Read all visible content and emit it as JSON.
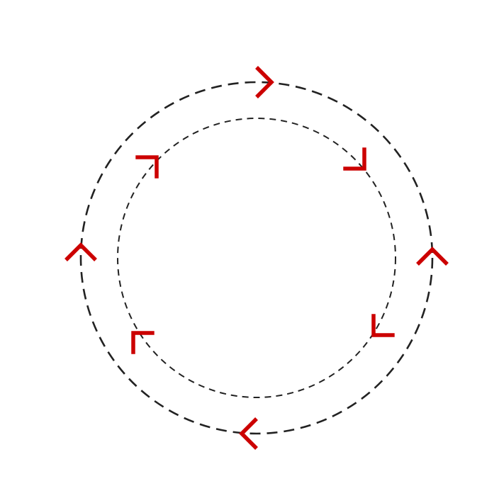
{
  "diagram": {
    "kind": "concentric-cycle",
    "colors": {
      "ring": "#222222",
      "arrow": "#cc0000",
      "background": "#ffffff"
    },
    "outer_ring": {
      "line_style": "dashed",
      "direction": "clockwise",
      "arrows": [
        {
          "icon": "chevron-right-icon",
          "heading": "right"
        },
        {
          "icon": "chevron-up-icon",
          "heading": "up"
        },
        {
          "icon": "chevron-left-icon",
          "heading": "left"
        },
        {
          "icon": "chevron-up-icon",
          "heading": "up"
        }
      ]
    },
    "inner_ring": {
      "line_style": "dashed",
      "direction": "clockwise",
      "arrows": [
        {
          "icon": "chevron-down-right-icon",
          "heading": "down-right"
        },
        {
          "icon": "chevron-down-left-icon",
          "heading": "down-left"
        },
        {
          "icon": "chevron-up-left-icon",
          "heading": "up-left"
        },
        {
          "icon": "chevron-up-right-icon",
          "heading": "up-right"
        }
      ]
    }
  }
}
